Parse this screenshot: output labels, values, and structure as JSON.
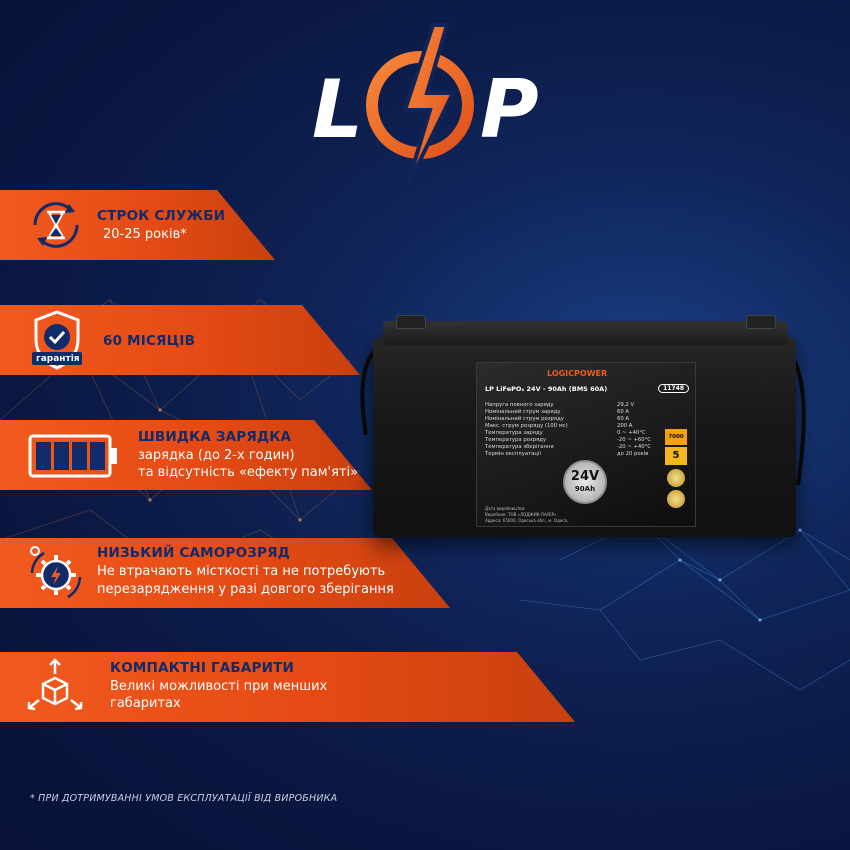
{
  "logo": {
    "letter_left": "L",
    "letter_right": "P"
  },
  "banners": [
    {
      "title": "СТРОК СЛУЖБИ",
      "text": [
        "20-25 років*"
      ],
      "icon": "hourglass-cycle-icon"
    },
    {
      "title": "60 МІСЯЦІВ",
      "text": [],
      "icon": "warranty-shield-icon",
      "icon_label": "гарантія"
    },
    {
      "title": "ШВИДКА ЗАРЯДКА",
      "text": [
        "зарядка (до 2-х годин)",
        "та відсутність «ефекту пам'яті»"
      ],
      "icon": "battery-full-icon"
    },
    {
      "title": "НИЗЬКИЙ САМОРОЗРЯД",
      "text": [
        "Не втрачають місткості та не потребують",
        "перезарядження у разі довгого зберігання"
      ],
      "icon": "gear-lightning-icon"
    },
    {
      "title": "КОМПАКТНІ ГАБАРИТИ",
      "text": [
        "Великі можливості при менших",
        "габаритах"
      ],
      "icon": "cube-arrows-icon"
    }
  ],
  "footnote": "* ПРИ ДОТРИМУВАННІ УМОВ ЕКСПЛУАТАЦІЇ ВІД ВИРОБНИКА",
  "battery_label": {
    "brand": "LOGICPOWER",
    "model": "LP LiFePO₄ 24V - 90Ah (BMS 60A)",
    "code": "11748",
    "specs": [
      {
        "name": "Напруга повного заряду",
        "value": "29,2 V"
      },
      {
        "name": "Номінальний струм заряду",
        "value": "60 A"
      },
      {
        "name": "Номінальний струм розряду",
        "value": "60 A"
      },
      {
        "name": "Макс. струм розряду (100 мс)",
        "value": "200 A"
      },
      {
        "name": "Температура заряду",
        "value": "0 ~ +40°C"
      },
      {
        "name": "Температура розряду",
        "value": "-20 ~ +60°C"
      },
      {
        "name": "Температура зберігання",
        "value": "-20 ~ +40°C"
      },
      {
        "name": "Термін експлуатації",
        "value": "до 20 років"
      }
    ],
    "voltage": "24V",
    "capacity": "90Ah",
    "cycles": "7000",
    "years": "5",
    "footer": [
      "Дата виробництва:",
      "Виробник: ТОВ «ЛОДЖИК-ПАУЕР»",
      "Адреса: 65000, Одеська обл., м. Одеса,"
    ]
  },
  "colors": {
    "accent": "#f15a1f",
    "banner_title": "#102a6a",
    "background": "#0f2458"
  }
}
